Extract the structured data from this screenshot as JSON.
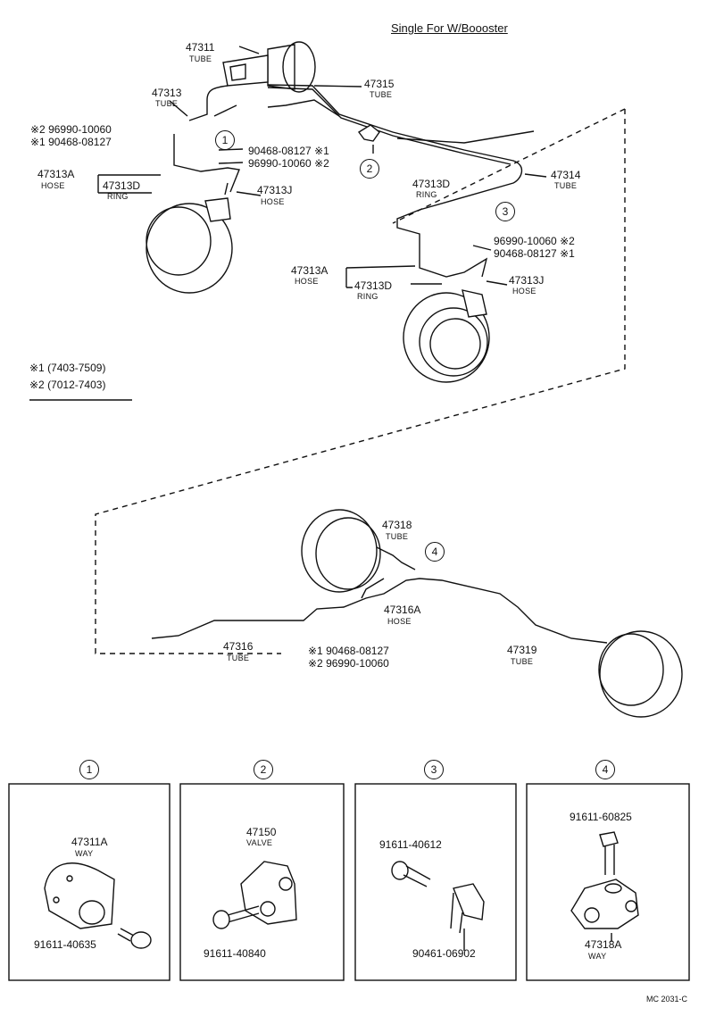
{
  "title": "Single For W/Boooster",
  "figure_code": "MC 2031-C",
  "notes": {
    "note1": "※1 (7403-7509)",
    "note2": "※2 (7012-7403)"
  },
  "callouts": {
    "c1": "1",
    "c2": "2",
    "c3": "3",
    "c4": "4"
  },
  "parts": {
    "p47311": {
      "num": "47311",
      "name": "TUBE"
    },
    "p47315": {
      "num": "47315",
      "name": "TUBE"
    },
    "p47313": {
      "num": "47313",
      "name": "TUBE"
    },
    "p47314": {
      "num": "47314",
      "name": "TUBE"
    },
    "p47313A_l": {
      "num": "47313A",
      "name": "HOSE"
    },
    "p47313D_l": {
      "num": "47313D",
      "name": "RING"
    },
    "p47313J_l": {
      "num": "47313J",
      "name": "HOSE"
    },
    "p47313D_r": {
      "num": "47313D",
      "name": "RING"
    },
    "p47313A_r": {
      "num": "47313A",
      "name": "HOSE"
    },
    "p47313D_r2": {
      "num": "47313D",
      "name": "RING"
    },
    "p47313J_r": {
      "num": "47313J",
      "name": "HOSE"
    },
    "p47318": {
      "num": "47318",
      "name": "TUBE"
    },
    "p47316A": {
      "num": "47316A",
      "name": "HOSE"
    },
    "p47316": {
      "num": "47316",
      "name": "TUBE"
    },
    "p47319": {
      "num": "47319",
      "name": "TUBE"
    }
  },
  "bolt_refs": {
    "left_a": "※2 96990-10060",
    "left_b": "※1 90468-08127",
    "mid_a": "90468-08127 ※1",
    "mid_b": "96990-10060 ※2",
    "right_a": "96990-10060 ※2",
    "right_b": "90468-08127 ※1",
    "bottom_a": "※1 90468-08127",
    "bottom_b": "※2 96990-10060"
  },
  "detail_boxes": [
    {
      "callout": "1",
      "part": "47311A",
      "name": "WAY",
      "bolt": "91611-40635"
    },
    {
      "callout": "2",
      "part": "47150",
      "name": "VALVE",
      "bolt": "91611-40840"
    },
    {
      "callout": "3",
      "bolt": "91611-40612",
      "part2": "90461-06902"
    },
    {
      "callout": "4",
      "bolt": "91611-60825",
      "part": "47318A",
      "name": "WAY"
    }
  ]
}
